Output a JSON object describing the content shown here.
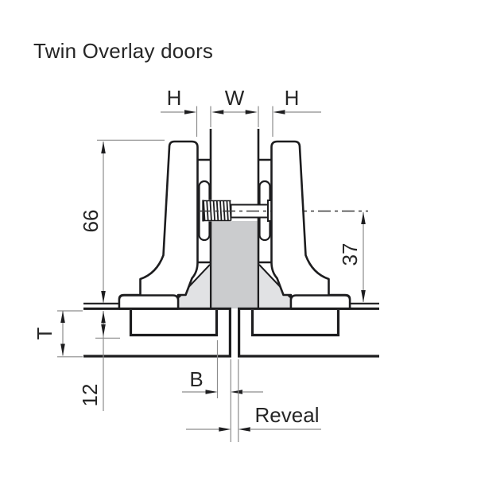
{
  "title": "Twin Overlay doors",
  "colors": {
    "ink": "#1d1d1f",
    "dim": "#8c8c8c",
    "text": "#262626",
    "partition-fill": "#cbccce",
    "boss-fill": "#e1e2e4",
    "bg": "#ffffff"
  },
  "dimensions": {
    "overlay_left": "H",
    "partition_width": "W",
    "overlay_right": "H",
    "hinge_height": "66",
    "plate_center_height": "37",
    "door_thickness": "T",
    "drilling_depth": "12",
    "drilling_distance": "B",
    "reveal": "Reveal"
  }
}
